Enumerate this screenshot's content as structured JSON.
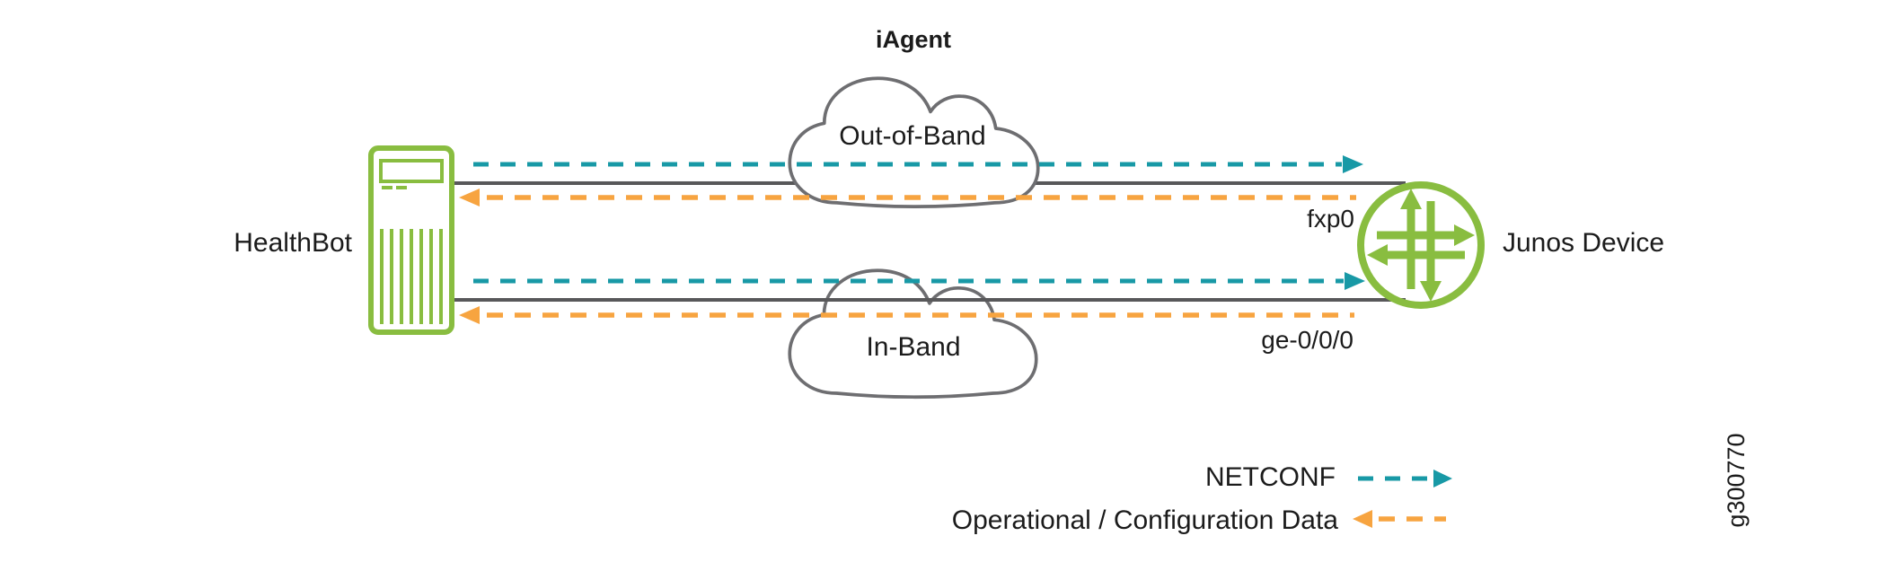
{
  "diagram": {
    "title": "iAgent",
    "healthbot_label": "HealthBot",
    "junos_device_label": "Junos Device",
    "clouds": {
      "top": "Out-of-Band",
      "bottom": "In-Band"
    },
    "interfaces": {
      "top": "fxp0",
      "bottom": "ge-0/0/0"
    },
    "figure_id": "g300770"
  },
  "legend": {
    "items": [
      {
        "label": "NETCONF",
        "color": "#1899a6",
        "direction": "right",
        "style": "dashed"
      },
      {
        "label": "Operational / Configuration Data",
        "color": "#f7a440",
        "direction": "left",
        "style": "dashed"
      }
    ]
  },
  "colors": {
    "green": "#89bd40",
    "teal": "#1899a6",
    "orange": "#f7a440",
    "line_gray": "#58585a",
    "cloud_gray": "#6e6e71",
    "text": "#1b1b1b"
  }
}
